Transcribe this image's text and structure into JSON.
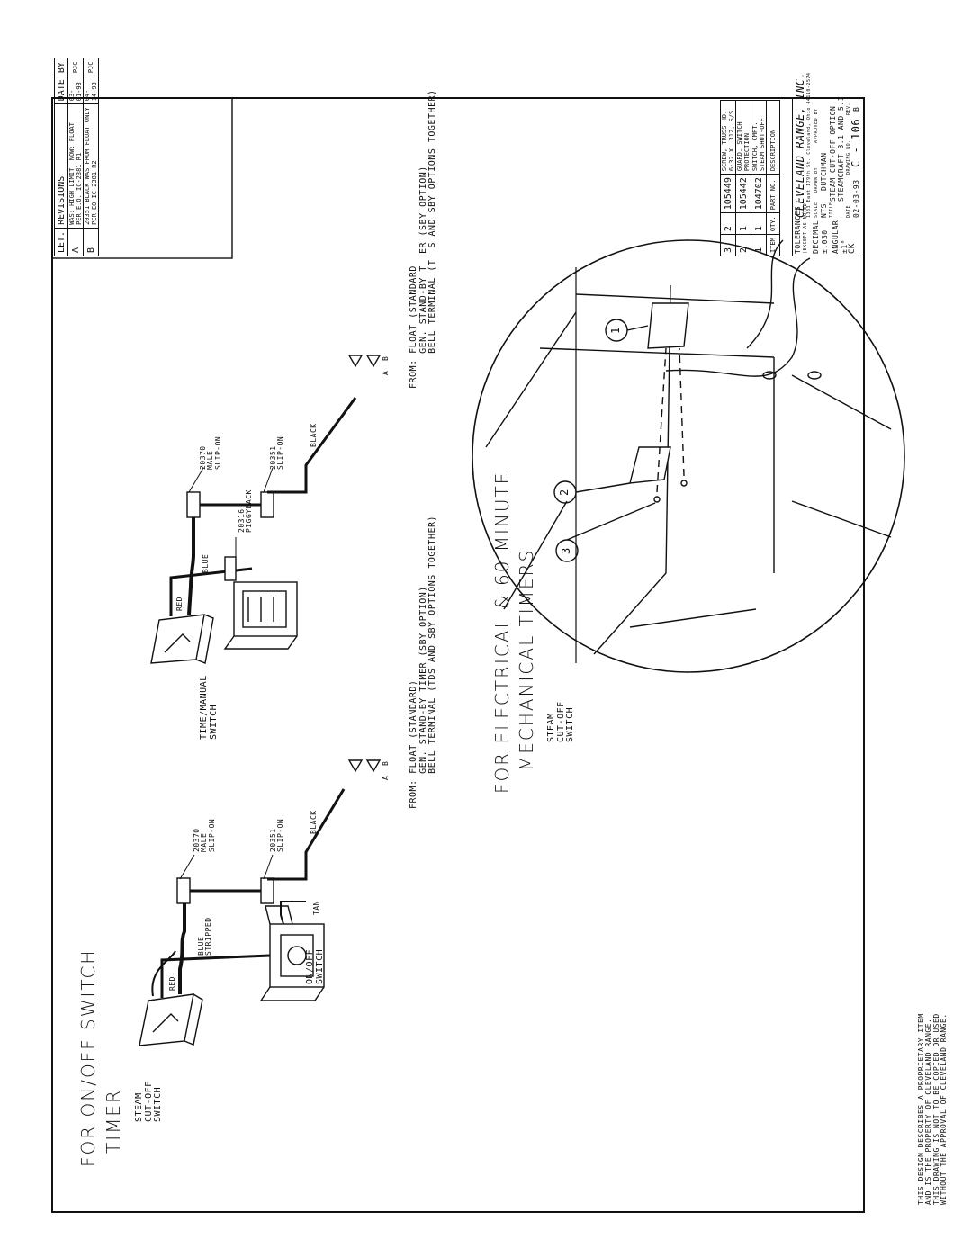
{
  "section1": {
    "title_line1": "FOR ON/OFF SWITCH",
    "title_line2": "TIMER",
    "label_steam_switch": "STEAM\nCUT-OFF\nSWITCH",
    "label_onoff_switch": "ON/OFF\nSWITCH",
    "wire_red": "RED",
    "wire_blue_stripped": "BLUE\nSTRIPPED",
    "wire_tan": "TAN",
    "wire_black": "BLACK",
    "conn_20370": "20370\nMALE\nSLIP-ON",
    "conn_20351": "20351\nSLIP-ON",
    "from_note": "FROM: FLOAT (STANDARD)\n      GEN. STAND-BY TIMER (SBY OPTION)\n      BELL TERMINAL (TDS AND SBY OPTIONS TOGETHER)",
    "rev_marks": "A  B"
  },
  "section2": {
    "title_line1": "FOR ELECTRICAL & 60 MINUTE",
    "title_line2": "MECHANICAL TIMERS",
    "label_steam_switch": "STEAM\nCUT-OFF\nSWITCH",
    "label_time_manual": "TIME/MANUAL\nSWITCH",
    "wire_red": "RED",
    "wire_blue": "BLUE",
    "wire_black": "BLACK",
    "conn_20370": "20370\nMALE\nSLIP-ON",
    "conn_20351": "20351\nSLIP-ON",
    "conn_20316": "20316\nPIGGYBACK",
    "from_note": "FROM: FLOAT (STANDARD\n      GEN. STAND-BY T  ER (SBY OPTION)\n      BELL TERMINAL (T  S AND SBY OPTIONS TOGETHER)",
    "rev_marks": "A  B"
  },
  "proprietary_note": "THIS DESIGN DESCRIBES A PROPRIETARY ITEM\nAND IS THE PROPERTY OF CLEVELAND RANGE.\nTHIS DRAWING IS NOT TO BE COPIED OR USED\nWITHOUT THE APPROVAL OF CLEVELAND RANGE.",
  "callouts": [
    "1",
    "2",
    "3"
  ],
  "revisions": {
    "header": {
      "let": "LET.",
      "revisions": "REVISIONS",
      "date": "DATE",
      "by": "BY"
    },
    "rows": [
      {
        "let": "A",
        "text": "WAS: HIGH LIMIT  NOW: FLOAT\nPER E.O. IC-2381 R1",
        "date": "03-01-93",
        "by": "PJC"
      },
      {
        "let": "B",
        "text": "20351 BLACK WAS FROM FLOAT ONLY\nPER EO IC-2381 R2",
        "date": "04-14-93",
        "by": "PJC"
      }
    ]
  },
  "bom": {
    "header": {
      "item": "ITEM",
      "qty": "QTY.",
      "part": "PART NO.",
      "desc": "DESCRIPTION"
    },
    "rows": [
      {
        "item": "3",
        "qty": "2",
        "part": "105449",
        "desc": "SCREW, TRUSS HD. 6-32 X .312, S/S"
      },
      {
        "item": "2",
        "qty": "1",
        "part": "105442",
        "desc": "GUARD, SWITCH PROTECTION"
      },
      {
        "item": "1",
        "qty": "1",
        "part": "104702",
        "desc": "SWITCH, CMPT. STEAM SHUT-OFF"
      }
    ]
  },
  "title_block": {
    "tolerances": "TOLERANCES",
    "tol_note": "(EXCEPT AS NOTED)",
    "decimal_label": "DECIMAL",
    "decimal_value": "±.030",
    "angular_label": "ANGULAR",
    "angular_value": "±1°",
    "company": "CLEVELAND RANGE, INC.",
    "address": "1333 East 179th St. Cleveland, Ohio 44110-2574",
    "scale_label": "SCALE",
    "scale_value": "NTS",
    "drawn_label": "DRAWN BY",
    "drawn_value": "DUTCHMAN",
    "approved_label": "APPROVED BY",
    "title_label": "TITLE",
    "title_line1": "STEAM CUT-OFF OPTION",
    "title_line2": "STEAMCRAFT 3.1 AND 5.1",
    "date_label": "DATE",
    "date_value": "02-03-93",
    "drawing_label": "DRAWING NO.",
    "drawing_value": "C - 106",
    "ck": "CK",
    "rev_label": "REV.",
    "rev_value": "B"
  }
}
